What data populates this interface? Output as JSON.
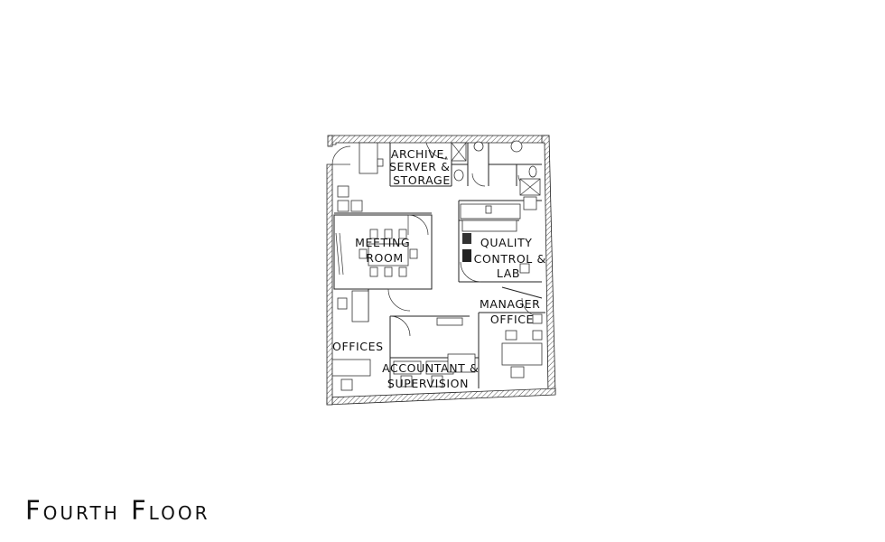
{
  "title": "Fourth Floor",
  "rooms": {
    "archive": [
      "Archive,",
      "Server &",
      "Storage"
    ],
    "meeting": [
      "Meeting",
      "Room"
    ],
    "quality": [
      "Quality",
      "Control &",
      "Lab"
    ],
    "manager": [
      "Manager",
      "Office"
    ],
    "offices": [
      "Offices"
    ],
    "accountant": [
      "Accountant &",
      "Supervision"
    ]
  }
}
